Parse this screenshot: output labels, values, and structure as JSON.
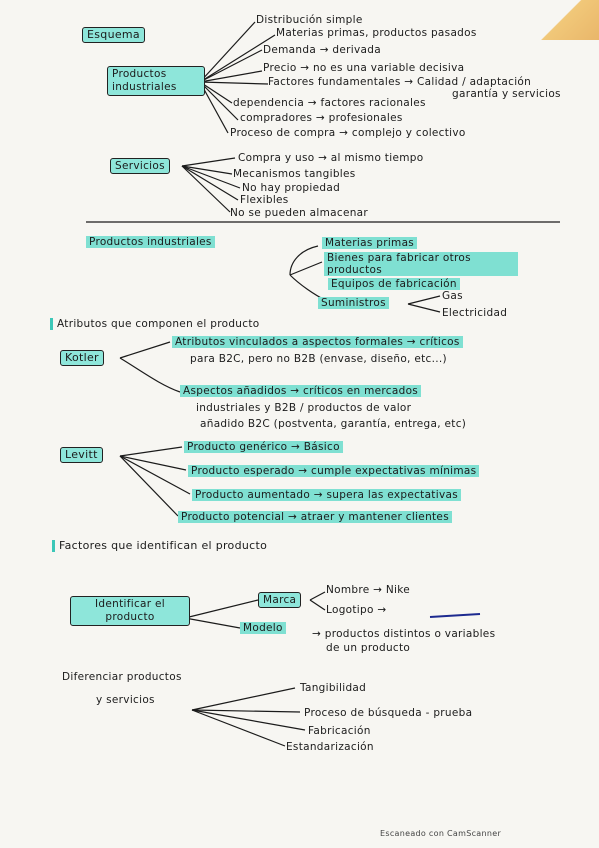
{
  "sections": {
    "esquema": {
      "title": "Esquema",
      "productos_industriales": {
        "label": "Productos industriales",
        "items": [
          "Distribución simple",
          "Materias primas, productos pasados",
          "Demanda → derivada",
          "Precio → no es una variable decisiva",
          "Factores fundamentales → Calidad / adaptación",
          "garantía y servicios",
          "dependencia → factores racionales",
          "compradores → profesionales",
          "Proceso de compra → complejo y colectivo"
        ]
      },
      "servicios": {
        "label": "Servicios",
        "items": [
          "Compra y uso → al mismo tiempo",
          "Mecanismos tangibles",
          "No hay propiedad",
          "Flexibles",
          "No se pueden almacenar"
        ]
      }
    },
    "productos_industriales2": {
      "label": "Productos industriales",
      "items": [
        "Materias primas",
        "Bienes para fabricar otros productos",
        "Equipos de fabricación",
        "Suministros"
      ],
      "suministros_sub": [
        "Gas",
        "Electricidad"
      ]
    },
    "atributos": {
      "title": "Atributos que componen el producto",
      "kotler": {
        "label": "Kotler",
        "items": [
          "Atributos vinculados a aspectos formales → críticos",
          "para B2C, pero no B2B (envase, diseño, etc...)",
          "Aspectos añadidos → críticos en mercados",
          "industriales y B2B / productos de valor",
          "añadido B2C (postventa, garantía, entrega, etc)"
        ]
      },
      "levitt": {
        "label": "Levitt",
        "items": [
          "Producto genérico → Básico",
          "Producto esperado → cumple expectativas mínimas",
          "Producto aumentado → supera las expectativas",
          "Producto potencial → atraer y mantener clientes"
        ]
      }
    },
    "factores": {
      "title": "Factores que identifican el producto",
      "identificar": {
        "label": "Identificar el producto",
        "marca": "Marca",
        "marca_items": [
          "Nombre → Nike",
          "Logotipo →"
        ],
        "modelo": "Modelo",
        "modelo_text": "→ productos distintos o variables",
        "modelo_text2": "de un producto"
      },
      "diferenciar": {
        "label": "Diferenciar productos",
        "label2": "y servicios",
        "items": [
          "Tangibilidad",
          "Proceso de búsqueda - prueba",
          "Fabricación",
          "Estandarización"
        ]
      }
    }
  },
  "footer": "Escaneado con CamScanner",
  "colors": {
    "highlight": "#7fe0d2",
    "ink": "#1b1b1b",
    "paper": "#f7f6f2"
  }
}
